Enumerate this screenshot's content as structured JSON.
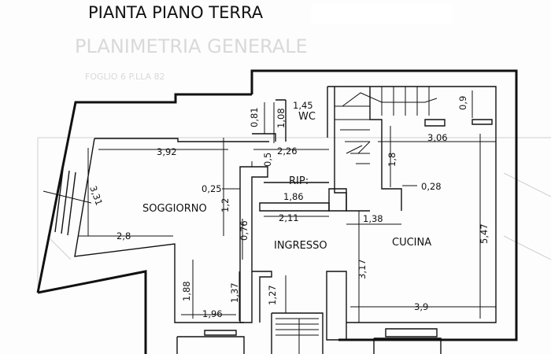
{
  "header": {
    "title": "PIANTA PIANO TERRA",
    "background_title": "PLANIMETRIA GENERALE",
    "background_subtitle": "FOGLIO 6 P.LLA 82"
  },
  "rooms": {
    "soggiorno": "SOGGIORNO",
    "ingresso": "INGRESSO",
    "cucina": "CUCINA",
    "wc": "WC",
    "rip": "RIP:"
  },
  "dimensions": {
    "d_0_81": "0,81",
    "d_1_08": "1,08",
    "d_1_45": "1,45",
    "d_0_9": "0,9",
    "d_3_92": "3,92",
    "d_0_5": "0,5",
    "d_2_26": "2,26",
    "d_3_06": "3,06",
    "d_1_8": "1,8",
    "d_3_31": "3,31",
    "d_0_25": "0,25",
    "d_1_2": "1,2",
    "d_1_86": "1,86",
    "d_0_28": "0,28",
    "d_2_11": "2,11",
    "d_1_38": "1,38",
    "d_5_47": "5,47",
    "d_2_8": "2,8",
    "d_0_76": "0,76",
    "d_3_17": "3,17",
    "d_1_88": "1,88",
    "d_1_37": "1,37",
    "d_1_27": "1,27",
    "d_1_96": "1,96",
    "d_3_9": "3,9"
  },
  "colors": {
    "ink": "#111111",
    "paper": "#fdfdfd",
    "ghost": "#d9d9d9"
  }
}
